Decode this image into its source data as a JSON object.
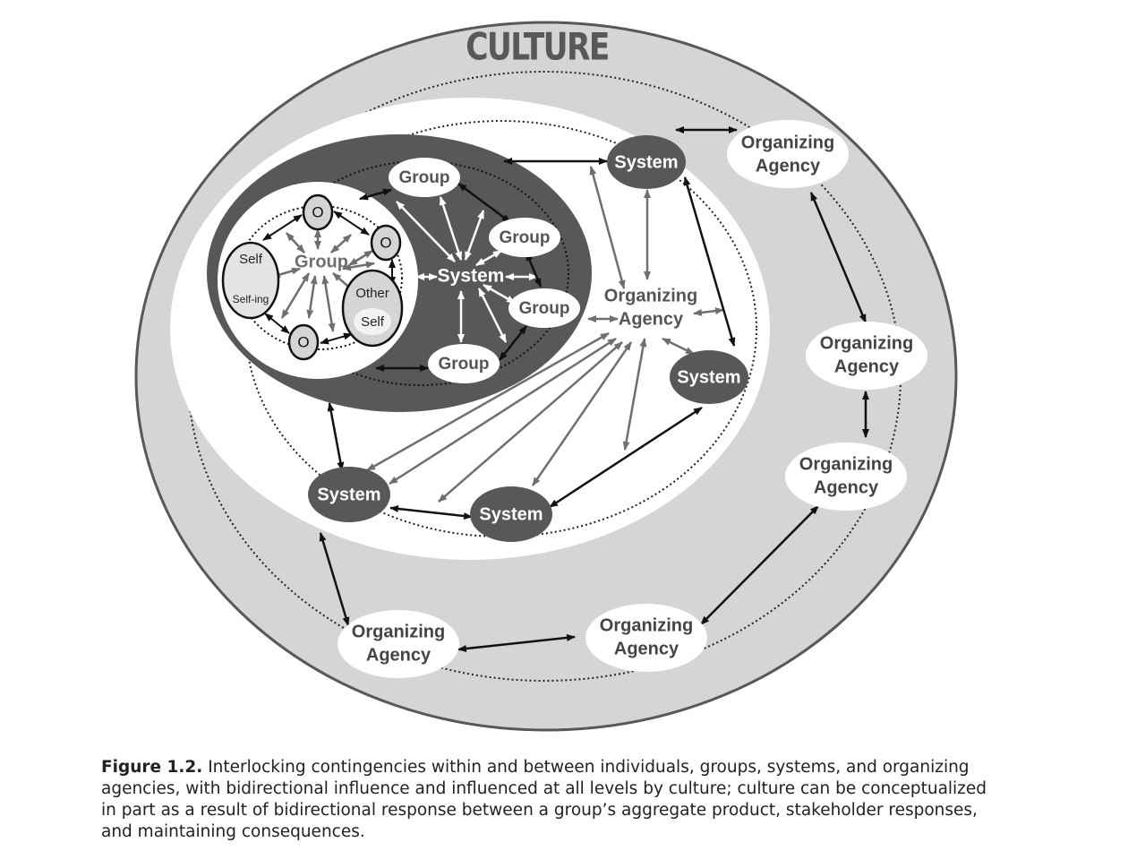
{
  "diagram": {
    "title": "CULTURE",
    "labels": {
      "organizing_agency": [
        "Organizing",
        "Agency"
      ],
      "system": "System",
      "group": "Group",
      "self": "Self",
      "selfing": "Self-ing",
      "other": "Other",
      "o": "O"
    },
    "colors": {
      "outer_ring": "#d4d5d7",
      "dark_oval": "#58585a",
      "white": "#ffffff",
      "black_arrow": "#111111",
      "gray_arrow": "#6f6f71",
      "white_arrow": "#ffffff"
    }
  },
  "caption": {
    "label": "Figure 1.2.",
    "text": "Interlocking contingencies within and between individuals, groups, systems, and organizing agencies, with bidirectional influence and influenced at all levels by culture; culture can be conceptualized in part as a result of bidirectional response between a group’s aggregate product, stakeholder responses, and maintaining consequences."
  }
}
